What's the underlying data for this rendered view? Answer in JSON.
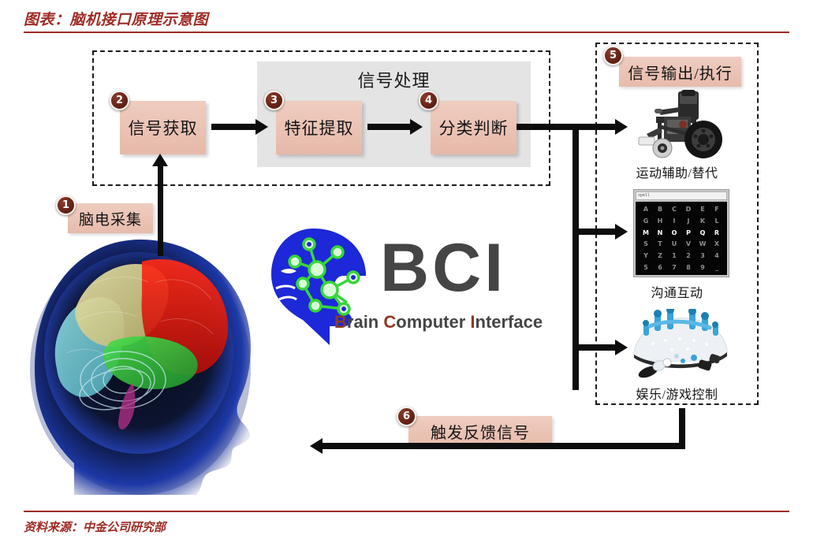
{
  "header": {
    "title": "图表：脑机接口原理示意图"
  },
  "footer": {
    "source": "资料来源：中金公司研究部"
  },
  "colors": {
    "accent_red": "#9e2b25",
    "box_pink": "#e9bfb0",
    "panel_gray": "#e4e4e4",
    "badge_brown": "#5e1f12",
    "arrow_black": "#0d0d0d",
    "logo_blue": "#1d28d8",
    "logo_green": "#3cc93c",
    "logo_gray": "#454545"
  },
  "acquisition": {
    "eeg_label": "脑电采集",
    "eeg_badge": "❶"
  },
  "pipeline": {
    "panel_label": "信号处理",
    "steps": [
      {
        "badge": "❷",
        "label": "信号获取"
      },
      {
        "badge": "❸",
        "label": "特征提取"
      },
      {
        "badge": "❹",
        "label": "分类判断"
      }
    ]
  },
  "output": {
    "badge": "❺",
    "title": "信号输出/执行",
    "items": [
      {
        "icon": "wheelchair-icon",
        "caption": "运动辅助/替代"
      },
      {
        "icon": "speller-matrix-icon",
        "caption": "沟通互动"
      },
      {
        "icon": "eeg-gaming-headset-icon",
        "caption": "娱乐/游戏控制"
      }
    ]
  },
  "feedback": {
    "badge": "❻",
    "label": "触发反馈信号"
  },
  "speller": {
    "titlebar": "spell",
    "rows": [
      [
        "A",
        "B",
        "C",
        "D",
        "E",
        "F"
      ],
      [
        "G",
        "H",
        "I",
        "J",
        "K",
        "L"
      ],
      [
        "M",
        "N",
        "O",
        "P",
        "Q",
        "R"
      ],
      [
        "S",
        "T",
        "U",
        "V",
        "W",
        "X"
      ],
      [
        "Y",
        "Z",
        "1",
        "2",
        "3",
        "4"
      ],
      [
        "5",
        "6",
        "7",
        "8",
        "9",
        "_"
      ]
    ],
    "highlighted_row_index": 2
  },
  "logo": {
    "wordmark": "BCI",
    "sub_b": "B",
    "sub_rain": "rain ",
    "sub_c": "C",
    "sub_omputer": "omputer ",
    "sub_i": "I",
    "sub_nterface": "nterface"
  }
}
